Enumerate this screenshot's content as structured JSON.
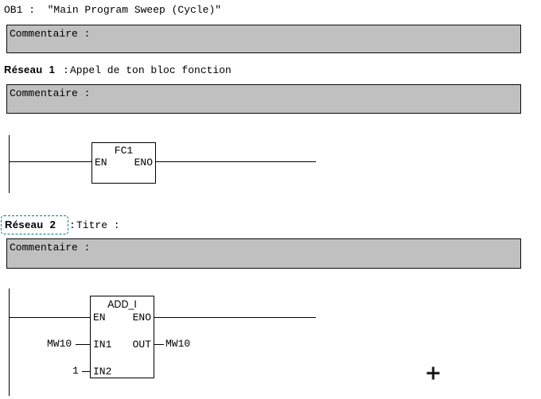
{
  "colors": {
    "background": "#ffffff",
    "comment_bg": "#c0c0c0",
    "wire": "#000000",
    "selection_border": "#008080"
  },
  "block": {
    "title": "OB1 :  \"Main Program Sweep (Cycle)\""
  },
  "comment": {
    "label": "Commentaire :"
  },
  "network1": {
    "label": "Réseau  1",
    "colon": ":",
    "title": "Appel de ton bloc fonction",
    "fc_block": {
      "name": "FC1",
      "en": "EN",
      "eno": "ENO"
    }
  },
  "network2": {
    "label": "Réseau  2",
    "colon": ":",
    "title": "Titre :",
    "add_block": {
      "name": "ADD_I",
      "en": "EN",
      "eno": "ENO",
      "in1": "IN1",
      "in2": "IN2",
      "out": "OUT",
      "in1_operand": "MW10",
      "in2_operand": "1",
      "out_operand": "MW10"
    }
  },
  "cursor": {
    "shape": "crosshair"
  }
}
